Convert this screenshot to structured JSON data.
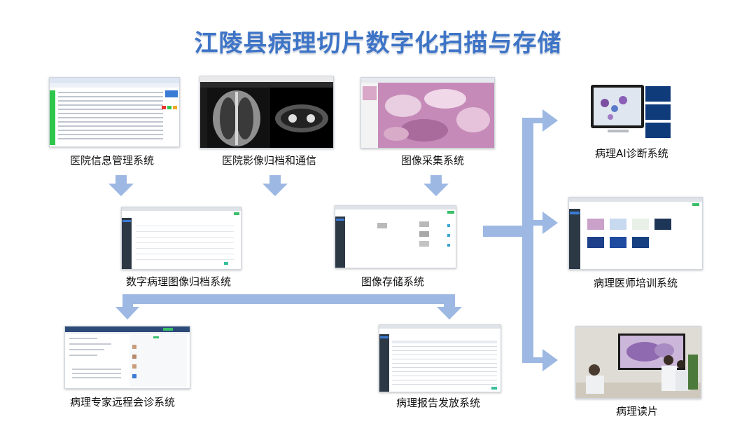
{
  "title": "江陵县病理切片数字化扫描与存储",
  "nodes": {
    "his": "医院信息管理系统",
    "pacs": "医院影像归档和通信",
    "capture": "图像采集系统",
    "archive": "数字病理图像归档系统",
    "storage": "图像存储系统",
    "consult": "病理专家远程会诊系统",
    "report": "病理报告发放系统",
    "ai": "病理AI诊断系统",
    "training": "病理医师培训系统",
    "reading": "病理读片"
  },
  "colors": {
    "title": "#3d74c6",
    "arrow": "#9db8e3"
  }
}
